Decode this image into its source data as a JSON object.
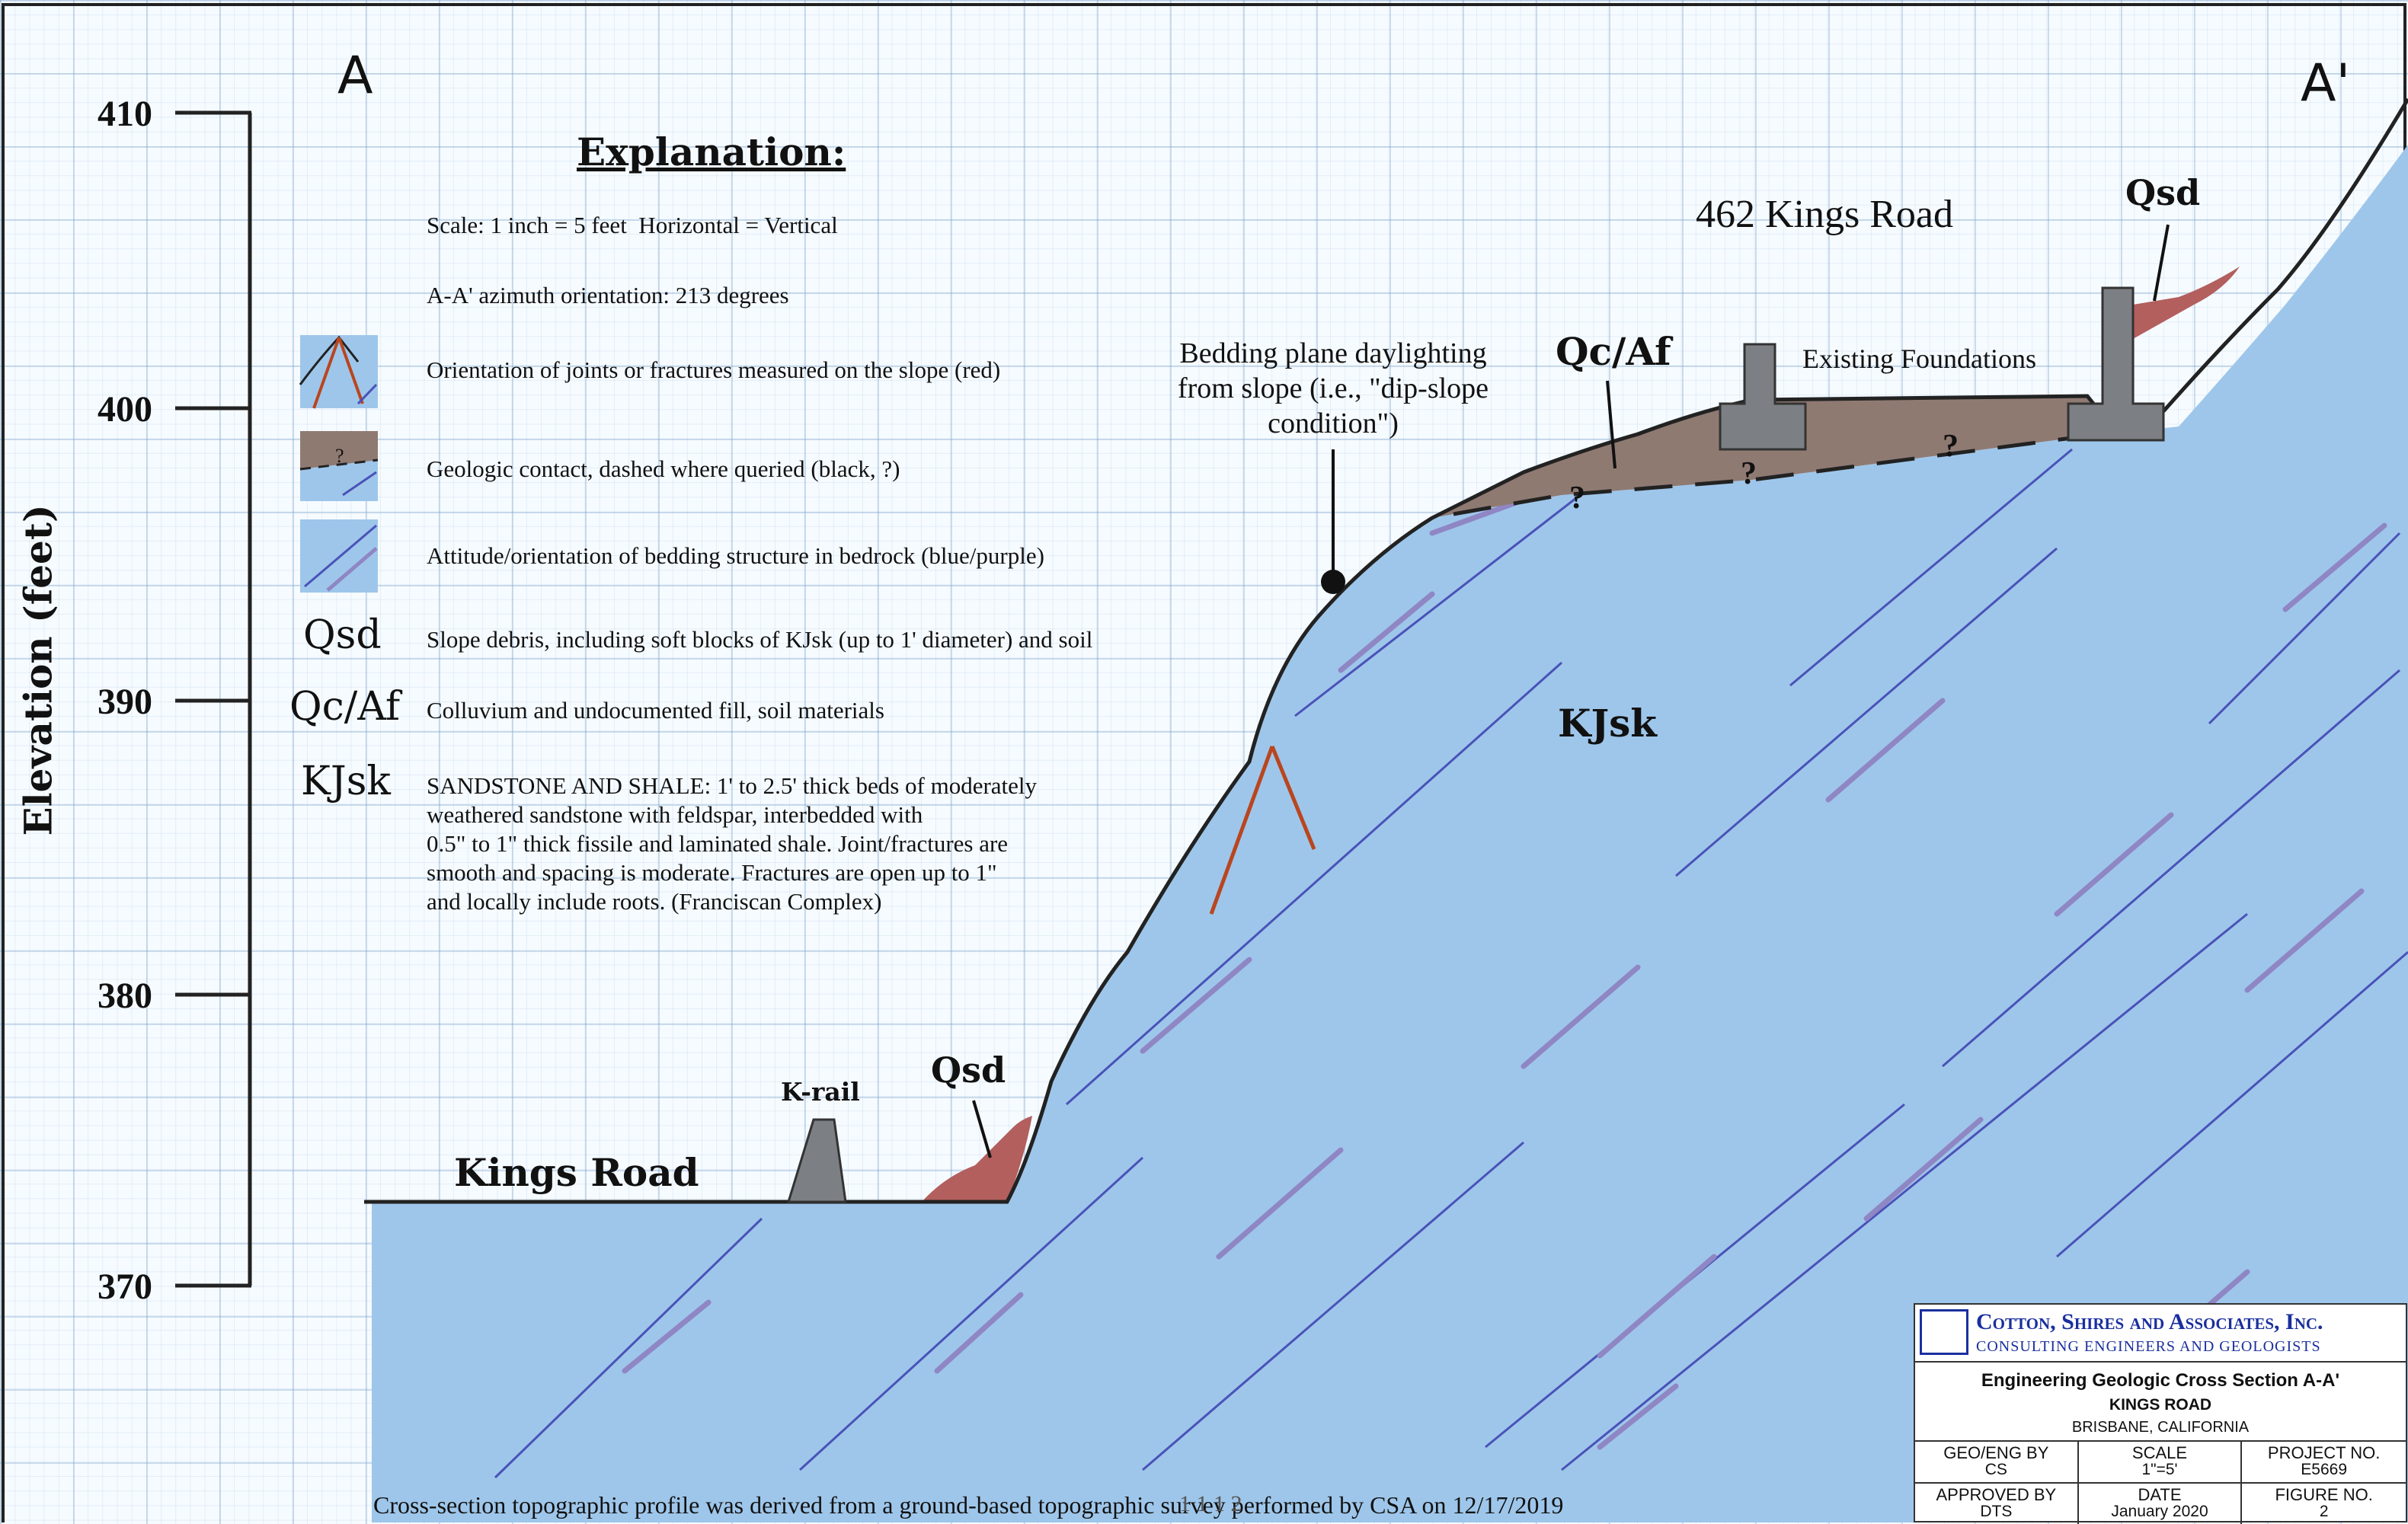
{
  "section": {
    "start_label": "A",
    "end_label": "A'"
  },
  "elevation_axis": {
    "title": "Elevation (feet)",
    "unit": "feet",
    "ticks": [
      "410",
      "400",
      "390",
      "380",
      "370"
    ]
  },
  "explanation": {
    "heading": "Explanation:",
    "scale": "Scale: 1 inch = 5 feet  Horizontal = Vertical",
    "azimuth": "A-A' azimuth orientation: 213 degrees",
    "joints": "Orientation of joints or fractures measured on the slope (red)",
    "contact": "Geologic contact, dashed where queried (black, ?)",
    "contact_symbol": "?",
    "bedding": "Attitude/orientation of bedding structure in bedrock (blue/purple)",
    "units": [
      {
        "symbol": "Qsd",
        "description": "Slope debris, including soft blocks of KJsk (up to 1' diameter) and soil"
      },
      {
        "symbol": "Qc/Af",
        "description": "Colluvium and undocumented fill, soil materials"
      },
      {
        "symbol": "KJsk",
        "description_lines": [
          "SANDSTONE AND SHALE: 1' to 2.5' thick beds of moderately",
          "weathered sandstone with feldspar, interbedded with",
          "0.5\" to 1\" thick fissile and laminated shale. Joint/fractures are",
          "smooth and spacing is moderate. Fractures are open up to 1\"",
          "and locally include roots. (Franciscan Complex)"
        ]
      }
    ]
  },
  "annotations": {
    "kings_road": "Kings Road",
    "k_rail": "K-rail",
    "qsd_lower": "Qsd",
    "qsd_upper": "Qsd",
    "address": "462 Kings Road",
    "qc_af": "Qc/Af",
    "foundations": "Existing Foundations",
    "kjsk": "KJsk",
    "daylight_lines": [
      "Bedding plane daylighting",
      "from slope (i.e., \"dip-slope",
      "condition\")"
    ],
    "query_marks": [
      "?",
      "?",
      "?"
    ]
  },
  "footer": {
    "note": "Cross-section topographic profile was derived from a ground-based topographic survey performed by CSA on 12/17/2019",
    "overlay_text": "1 1 1 2"
  },
  "title_block": {
    "company": "Cotton, Shires and Associates, Inc.",
    "subtitle": "CONSULTING ENGINEERS AND GEOLOGISTS",
    "title": "Engineering Geologic Cross Section A-A'",
    "project_name": "KINGS ROAD",
    "location": "BRISBANE, CALIFORNIA",
    "fields": [
      {
        "label": "GEO/ENG BY",
        "value": "CS"
      },
      {
        "label": "SCALE",
        "value": "1\"=5'"
      },
      {
        "label": "PROJECT NO.",
        "value": "E5669"
      },
      {
        "label": "APPROVED BY",
        "value": "DTS"
      },
      {
        "label": "DATE",
        "value": "January 2020"
      },
      {
        "label": "FIGURE NO.",
        "value": "2"
      }
    ]
  },
  "colors": {
    "bedrock": "#9ec6ea",
    "bedding_line": "#4a52b8",
    "bedding_purple": "#8f86c4",
    "colluvium": "#8f7a72",
    "debris": "#b25f5e",
    "foundation": "#7c7f83",
    "joint": "#b9461f",
    "brand_blue": "#1a2f9e"
  }
}
